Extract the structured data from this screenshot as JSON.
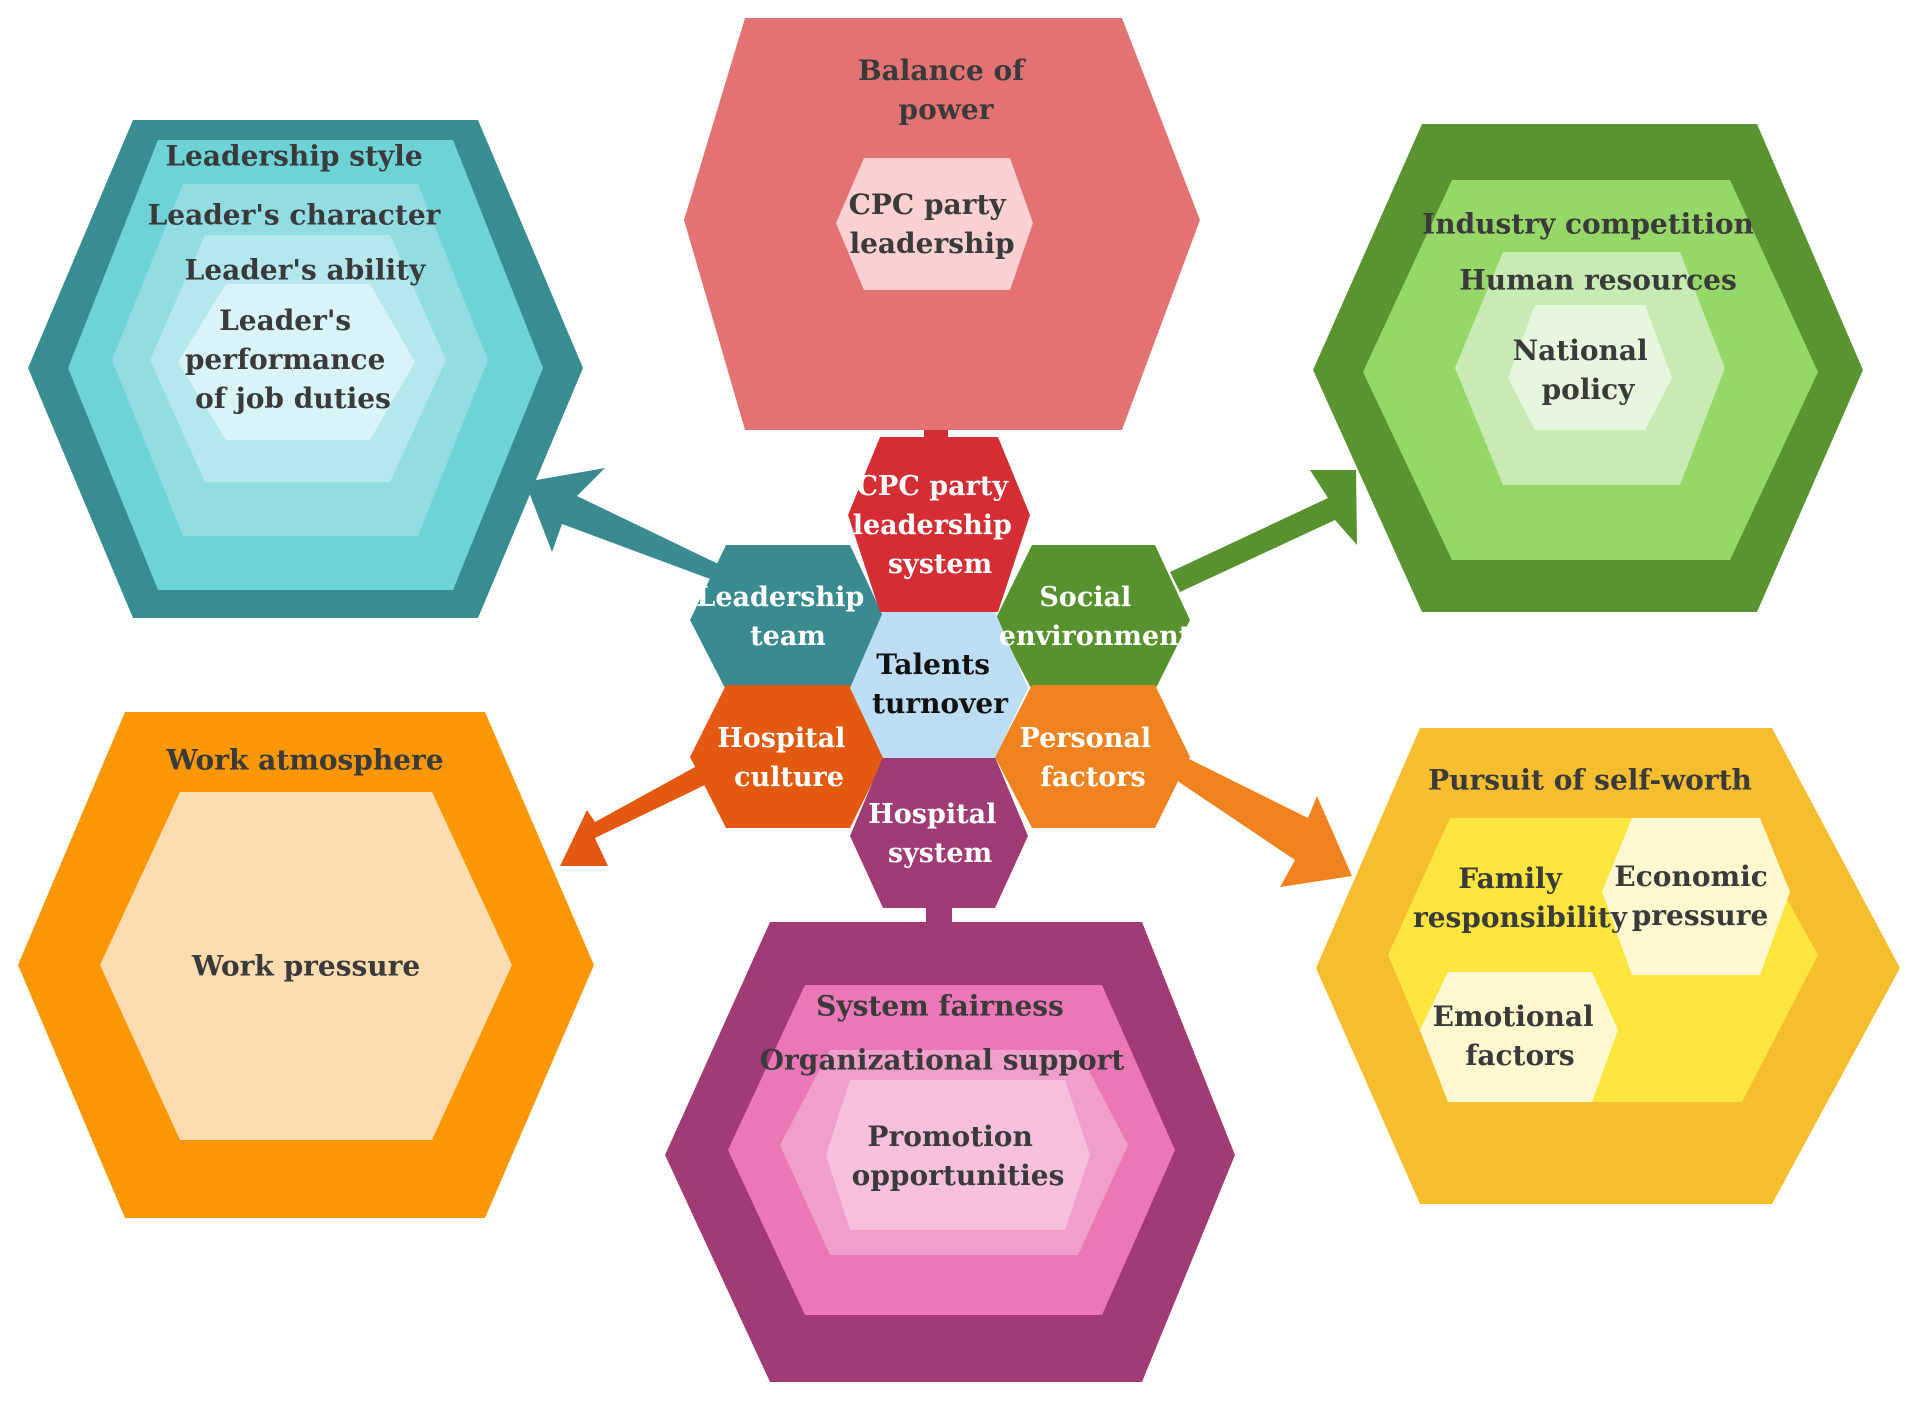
{
  "diagram": {
    "center": {
      "label": "Talents turnover",
      "lines": [
        "Talents",
        "turnover"
      ],
      "color": "#BDDDF5"
    },
    "inner_factors": [
      {
        "id": "cpc",
        "lines": [
          "CPC party",
          "leadership",
          "system"
        ],
        "color": "#D42E34"
      },
      {
        "id": "leadership",
        "lines": [
          "Leadership",
          "team"
        ],
        "color": "#3A8B8F"
      },
      {
        "id": "social",
        "lines": [
          "Social",
          "environment"
        ],
        "color": "#58922E"
      },
      {
        "id": "culture",
        "lines": [
          "Hospital",
          "culture"
        ],
        "color": "#E2590F"
      },
      {
        "id": "personal",
        "lines": [
          "Personal",
          "factors"
        ],
        "color": "#F0831F"
      },
      {
        "id": "system",
        "lines": [
          "Hospital",
          "system"
        ],
        "color": "#A13B74"
      }
    ],
    "outer_groups": {
      "power": {
        "colors": [
          "#E37373",
          "#FAD0D3"
        ],
        "outer_lines": [
          "Balance of",
          "power"
        ],
        "inner_lines": [
          "CPC party",
          "leadership"
        ]
      },
      "leadership": {
        "colors": [
          "#378D90",
          "#6ED3D6",
          "#92DDE2",
          "#B4E8EC",
          "#D8F4F6"
        ],
        "items": [
          "Leadership style",
          "Leader's character",
          "Leader's ability"
        ],
        "inner_lines": [
          "Leader's",
          "performance",
          "of job duties"
        ]
      },
      "social": {
        "colors": [
          "#5A9430",
          "#95D868",
          "#C8EBB3",
          "#E9F6DE"
        ],
        "items": [
          "Industry competition",
          "Human resources"
        ],
        "inner_lines": [
          "National",
          "policy"
        ]
      },
      "culture": {
        "colors": [
          "#FA9702",
          "#FDDDB0"
        ],
        "outer_label": "Work atmosphere",
        "inner_label": "Work pressure"
      },
      "personal": {
        "colors": [
          "#F6BD2E",
          "#FCE53C",
          "#FDF8CF"
        ],
        "outer_label": "Pursuit of self-worth",
        "family_lines": [
          "Family",
          "responsibility"
        ],
        "economic_lines": [
          "Economic",
          "pressure"
        ],
        "emotional_lines": [
          "Emotional",
          "factors"
        ]
      },
      "system": {
        "colors": [
          "#A13B74",
          "#EB78B5",
          "#F09ECA",
          "#F6C0DD"
        ],
        "items": [
          "System fairness",
          "Organizational support"
        ],
        "inner_lines": [
          "Promotion",
          "opportunities"
        ]
      }
    }
  }
}
